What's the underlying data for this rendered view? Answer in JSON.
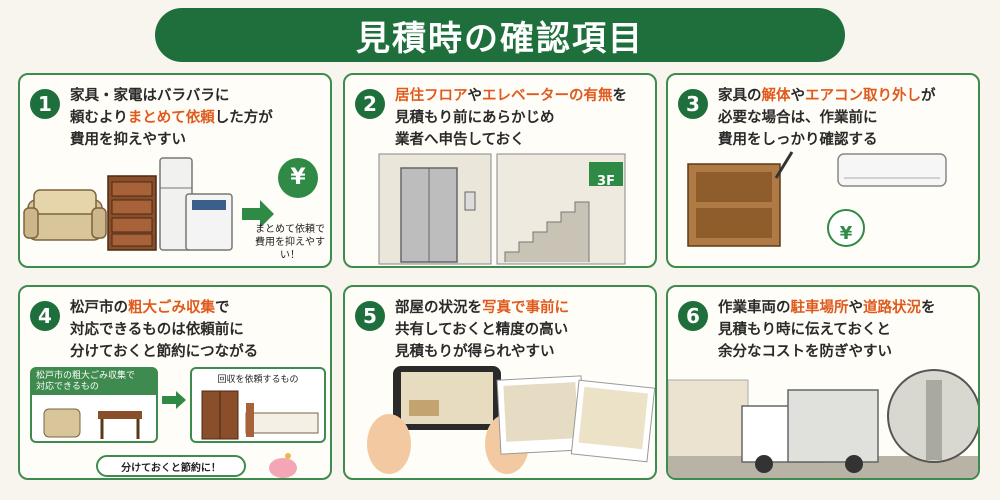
{
  "title": "見積時の確認項目",
  "cards": [
    {
      "num": "1",
      "lines": [
        [
          "家具・家電はバラバラに"
        ],
        [
          "頼むより",
          {
            "hl": "まとめて依頼"
          },
          "した方が"
        ],
        [
          "費用を抑えやすい"
        ]
      ],
      "caption": "まとめて依頼で\n費用を抑えやすい！",
      "yen": "¥"
    },
    {
      "num": "2",
      "lines": [
        [
          {
            "hl": "居住フロア"
          },
          "や",
          {
            "hl": "エレベーターの有無"
          },
          "を"
        ],
        [
          "見積もり前にあらかじめ"
        ],
        [
          "業者へ申告しておく"
        ]
      ],
      "floor": "3F"
    },
    {
      "num": "3",
      "lines": [
        [
          "家具の",
          {
            "hl": "解体"
          },
          "や",
          {
            "hl": "エアコン取り外し"
          },
          "が"
        ],
        [
          "必要な場合は、作業前に"
        ],
        [
          "費用をしっかり確認する"
        ]
      ],
      "yen": "¥"
    },
    {
      "num": "4",
      "lines": [
        [
          "松戸市の",
          {
            "hl": "粗大ごみ収集"
          },
          "で"
        ],
        [
          "対応できるものは依頼前に"
        ],
        [
          "分けておくと節約につながる"
        ]
      ],
      "box_left": "松戸市の粗大ごみ収集で\n対応できるもの",
      "box_right": "回収を依頼するもの",
      "pill": "分けておくと節約に！"
    },
    {
      "num": "5",
      "lines": [
        [
          "部屋の状況を",
          {
            "hl": "写真で事前に"
          }
        ],
        [
          "共有しておくと精度の高い"
        ],
        [
          "見積もりが得られやすい"
        ]
      ]
    },
    {
      "num": "6",
      "lines": [
        [
          "作業車両の",
          {
            "hl": "駐車場所"
          },
          "や",
          {
            "hl": "道路状況"
          },
          "を"
        ],
        [
          "見積もり時に伝えておくと"
        ],
        [
          "余分なコストを防ぎやすい"
        ]
      ]
    }
  ],
  "colors": {
    "green": "#1f6f3d",
    "accent": "#e05a1e",
    "bg": "#f7f5ee"
  }
}
